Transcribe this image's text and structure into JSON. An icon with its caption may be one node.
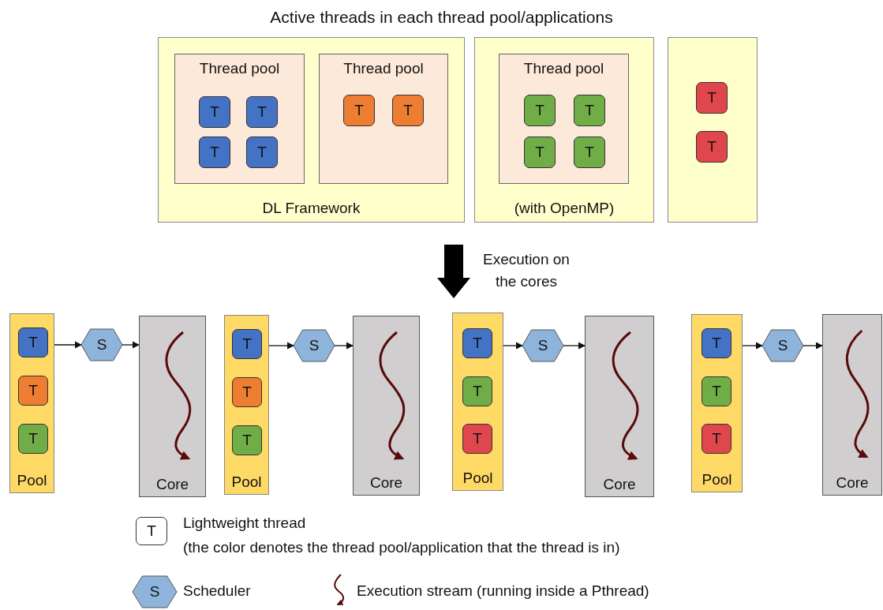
{
  "diagram": {
    "title": "Active threads in each thread pool/applications",
    "nodes": [
      {
        "text": [
          "DL Framework"
        ]
      },
      {
        "text": [
          "Thread pool"
        ],
        "in": 0
      },
      {
        "text": [
          "T"
        ],
        "in": 1
      },
      {
        "text": [
          "T"
        ],
        "in": 1
      },
      {
        "text": [
          "T"
        ],
        "in": 1
      },
      {
        "text": [
          "T"
        ],
        "in": 1
      },
      {
        "text": [
          "Thread pool"
        ],
        "in": 0
      },
      {
        "text": [
          "T"
        ],
        "in": 6
      },
      {
        "text": [
          "T"
        ],
        "in": 6
      },
      {
        "text": [
          "(with OpenMP)"
        ]
      },
      {
        "text": [
          "Thread pool"
        ],
        "in": 9
      },
      {
        "text": [
          "T"
        ],
        "in": 10
      },
      {
        "text": [
          "T"
        ],
        "in": 10
      },
      {
        "text": [
          "T"
        ],
        "in": 10
      },
      {
        "text": [
          "T"
        ],
        "in": 10
      },
      {
        "text": [],
        "shape": "box"
      },
      {
        "text": [
          "T"
        ],
        "in": 15
      },
      {
        "text": [
          "T"
        ],
        "in": 15
      },
      {
        "text": [
          "Pool"
        ]
      },
      {
        "text": [
          "T"
        ],
        "in": 18
      },
      {
        "text": [
          "T"
        ],
        "in": 18
      },
      {
        "text": [
          "T"
        ],
        "in": 18
      },
      {
        "text": [
          "S"
        ]
      },
      {
        "text": [
          "Core"
        ]
      },
      {
        "text": [
          "Pool"
        ]
      },
      {
        "text": [
          "T"
        ],
        "in": 24
      },
      {
        "text": [
          "T"
        ],
        "in": 24
      },
      {
        "text": [
          "T"
        ],
        "in": 24
      },
      {
        "text": [
          "S"
        ]
      },
      {
        "text": [
          "Core"
        ]
      },
      {
        "text": [
          "Pool"
        ]
      },
      {
        "text": [
          "T"
        ],
        "in": 30
      },
      {
        "text": [
          "T"
        ],
        "in": 30
      },
      {
        "text": [
          "T"
        ],
        "in": 30
      },
      {
        "text": [
          "S"
        ]
      },
      {
        "text": [
          "Core"
        ]
      },
      {
        "text": [
          "Pool"
        ]
      },
      {
        "text": [
          "T"
        ],
        "in": 36
      },
      {
        "text": [
          "T"
        ],
        "in": 36
      },
      {
        "text": [
          "T"
        ],
        "in": 36
      },
      {
        "text": [
          "S"
        ]
      },
      {
        "text": [
          "Core"
        ]
      },
      {
        "text": [
          "T"
        ]
      },
      {
        "text": [
          "S"
        ]
      }
    ],
    "edges": [
      {
        "from": 18,
        "to": 22,
        "arrow": "to"
      },
      {
        "from": 22,
        "to": 23,
        "arrow": "to"
      },
      {
        "from": 24,
        "to": 28,
        "arrow": "to"
      },
      {
        "from": 28,
        "to": 29,
        "arrow": "to"
      },
      {
        "from": 30,
        "to": 34,
        "arrow": "to"
      },
      {
        "from": 34,
        "to": 35,
        "arrow": "to"
      },
      {
        "from": 36,
        "to": 40,
        "arrow": "to"
      },
      {
        "from": 40,
        "to": 41,
        "arrow": "to"
      }
    ],
    "labels": [
      "Execution on the cores",
      "(the color denotes the thread pool/application that the thread is in)"
    ],
    "legend": [
      {
        "text": "Lightweight thread"
      },
      {
        "text": "Scheduler"
      },
      {
        "text": "Execution stream (running inside a Pthread)"
      }
    ]
  }
}
